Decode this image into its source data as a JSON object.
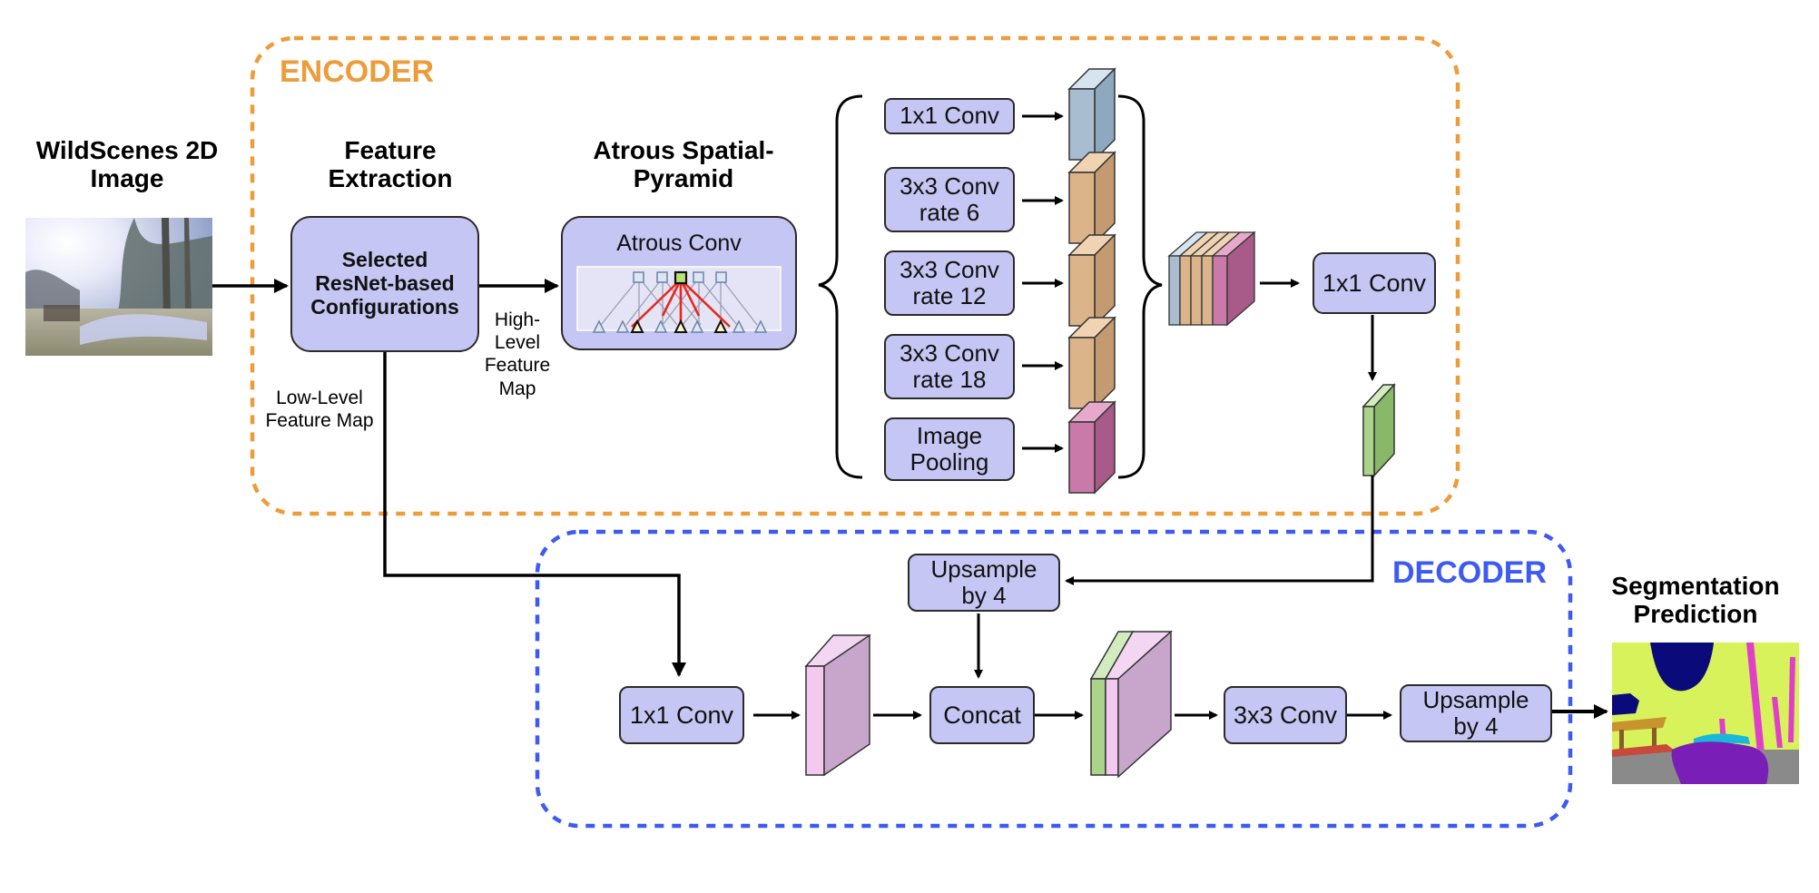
{
  "regions": {
    "encoder": {
      "label": "ENCODER",
      "color": "#ed9c3a"
    },
    "decoder": {
      "label": "DECODER",
      "color": "#3d5af1"
    }
  },
  "headings": {
    "input_image": "WildScenes 2D\nImage",
    "feature_extraction": "Feature\nExtraction",
    "aspp": "Atrous Spatial-\nPyramid",
    "segmentation": "Segmentation\nPrediction"
  },
  "blocks": {
    "backbone": "Selected\nResNet-based\nConfigurations",
    "atrous_conv": "Atrous Conv",
    "aspp_branch_1": "1x1 Conv",
    "aspp_branch_2": "3x3 Conv\nrate 6",
    "aspp_branch_3": "3x3 Conv\nrate 12",
    "aspp_branch_4": "3x3 Conv\nrate 18",
    "aspp_branch_5": "Image\nPooling",
    "encoder_1x1": "1x1 Conv",
    "decoder_upsample_1": "Upsample\nby 4",
    "decoder_1x1": "1x1 Conv",
    "concat": "Concat",
    "decoder_3x3": "3x3 Conv",
    "decoder_upsample_2": "Upsample\nby 4"
  },
  "edge_labels": {
    "high_level": "High-\nLevel\nFeature\nMap",
    "low_level": "Low-Level\nFeature Map"
  },
  "colors": {
    "block_fill": "#c6c6f4",
    "feature_blue": "#a9bdd0",
    "feature_tan": "#dcb48a",
    "feature_pink": "#c97aa9",
    "feature_green": "#a9d48a",
    "feature_lilac": "#c8a6cc",
    "segmentation_lime": "#d7f25a",
    "segmentation_magenta": "#e040c8",
    "segmentation_navy": "#0a0a7a",
    "segmentation_purple": "#7a1eb8",
    "segmentation_gray": "#8a8a8a"
  }
}
